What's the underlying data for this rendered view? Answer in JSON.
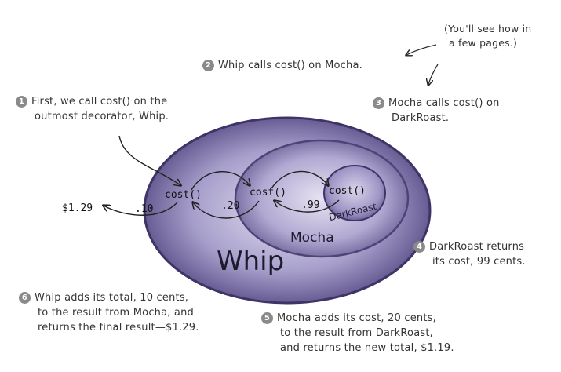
{
  "step1": {
    "num": "1",
    "line1": "First, we call cost() on the",
    "line2": "outmost decorator, Whip."
  },
  "step2": {
    "num": "2",
    "text": "Whip calls cost() on Mocha."
  },
  "step3": {
    "num": "3",
    "line1": "Mocha calls cost() on",
    "line2": "DarkRoast."
  },
  "step4": {
    "num": "4",
    "line1": "DarkRoast returns",
    "line2": "its cost, 99 cents."
  },
  "step5": {
    "num": "5",
    "line1": "Mocha adds its cost, 20 cents,",
    "line2": "to the result from DarkRoast,",
    "line3": "and returns the new total, $1.19."
  },
  "step6": {
    "num": "6",
    "line1": "Whip adds its total, 10 cents,",
    "line2": "to the result from Mocha, and",
    "line3": "returns the final result—$1.29."
  },
  "aside": {
    "line1": "(You'll see how in",
    "line2": "a few pages.)"
  },
  "diagram": {
    "whip_label": "Whip",
    "mocha_label": "Mocha",
    "darkroast_label": "DarkRoast",
    "cost_call": "cost()",
    "total": "$1.29",
    "whip_amount": ".10",
    "mocha_amount": ".20",
    "darkroast_amount": ".99"
  },
  "colors": {
    "ellipse_dark": "#4f4477",
    "ellipse_mid": "#8a80b4",
    "ellipse_light": "#c9c3e0"
  }
}
